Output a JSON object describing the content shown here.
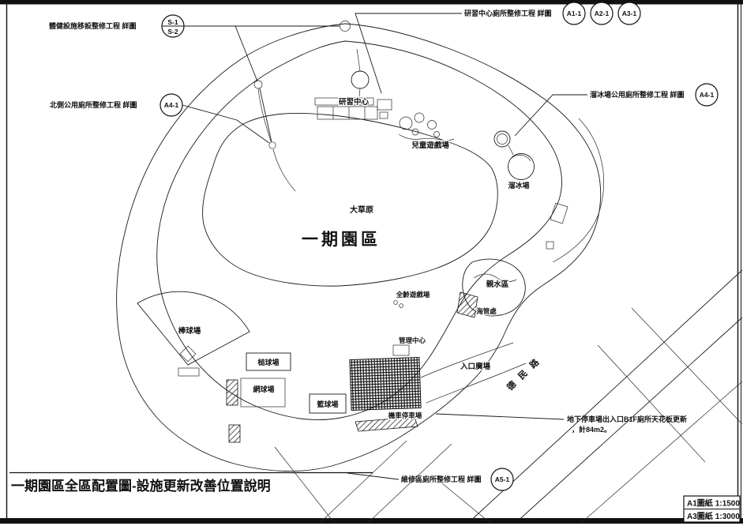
{
  "title_block": {
    "title": "一期園區全區配置圖-設施更新改善位置說明",
    "scale_table": {
      "rows": [
        {
          "sheet": "A1圖紙",
          "scale": "1:1500"
        },
        {
          "sheet": "A3圖紙",
          "scale": "1:3000"
        }
      ]
    }
  },
  "callouts": {
    "fitness": {
      "label": "體健設施移設整修工程 詳圖",
      "refs": [
        "S-1",
        "S-2"
      ]
    },
    "training_center": {
      "label": "研習中心廁所整修工程 詳圖",
      "refs": [
        "A1-1",
        "A2-1",
        "A3-1"
      ]
    },
    "north_toilet": {
      "label": "北側公用廁所整修工程 詳圖",
      "refs": [
        "A4-1"
      ]
    },
    "rink_toilet": {
      "label": "溜冰場公用廁所整修工程 詳圖",
      "refs": [
        "A4-1"
      ]
    },
    "maintenance_toilet": {
      "label": "維修區廁所整修工程 詳圖",
      "refs": [
        "A5-1"
      ]
    },
    "parking_note": {
      "line1": "地下停車場出入口B1F廁所天花板更新",
      "line2": "，計84m2。"
    }
  },
  "map_labels": {
    "training_center": "研習中心",
    "children_playground": "兒童遊戲場",
    "grassland": "大草原",
    "phase1": "一期園區",
    "skating_rink": "溜冰場",
    "water_area": "親水區",
    "sea_pipe": "海管處",
    "all_age_playground": "全齡遊戲場",
    "admin_center": "管理中心",
    "entrance_plaza": "入口廣場",
    "baseball": "棒球場",
    "croquet": "槌球場",
    "tennis": "網球場",
    "basketball": "籃球場",
    "motorcycle_parking": "機車停車場",
    "road": "德民路"
  }
}
